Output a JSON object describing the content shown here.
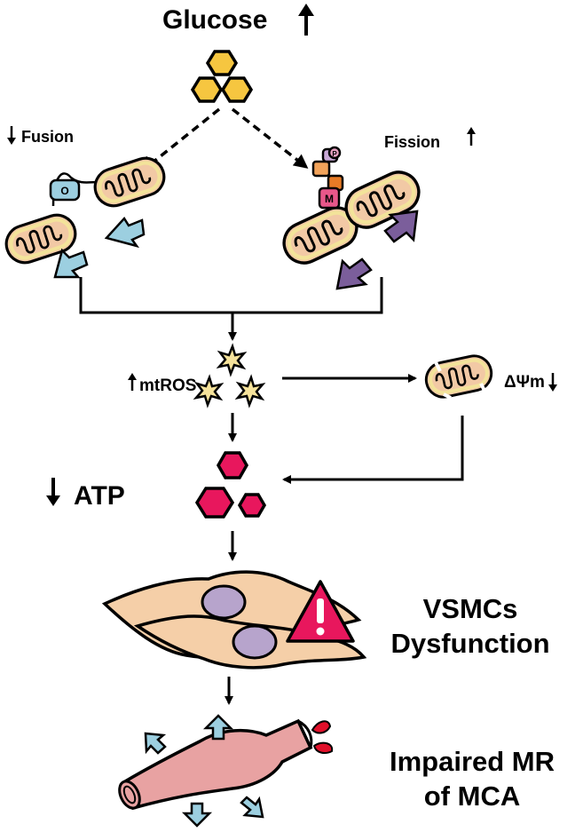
{
  "labels": {
    "glucose": "Glucose",
    "fusion": "Fusion",
    "fission": "Fission",
    "mtros": "mtROS",
    "dpsi": "ΔΨm",
    "atp": "ATP",
    "vsmc_line1": "VSMCs",
    "vsmc_line2": "Dysfunction",
    "mr_line1": "Impaired MR",
    "mr_line2": "of MCA"
  },
  "protein_marks": {
    "opa": "O",
    "drp": "P",
    "mff": "M"
  },
  "colors": {
    "glucose_hex": "#f6c640",
    "mito_fill": "#f2c9a5",
    "mito_border": "#f3e39a",
    "fusion_arrow": "#9ccfe0",
    "fission_arrow": "#7b5e9b",
    "atp_hex": "#e8175d",
    "ros_star": "#f6e39b",
    "cell_body": "#f5cfa8",
    "nucleus": "#b7a4cc",
    "warning": "#e8175d",
    "vessel": "#e8a2a2",
    "blood": "#e0102a",
    "expand_arrow": "#9ccfe0"
  },
  "icons": [
    "up-arrow-icon",
    "down-arrow-icon",
    "warning-icon",
    "star-icon",
    "hexagon-icon"
  ]
}
